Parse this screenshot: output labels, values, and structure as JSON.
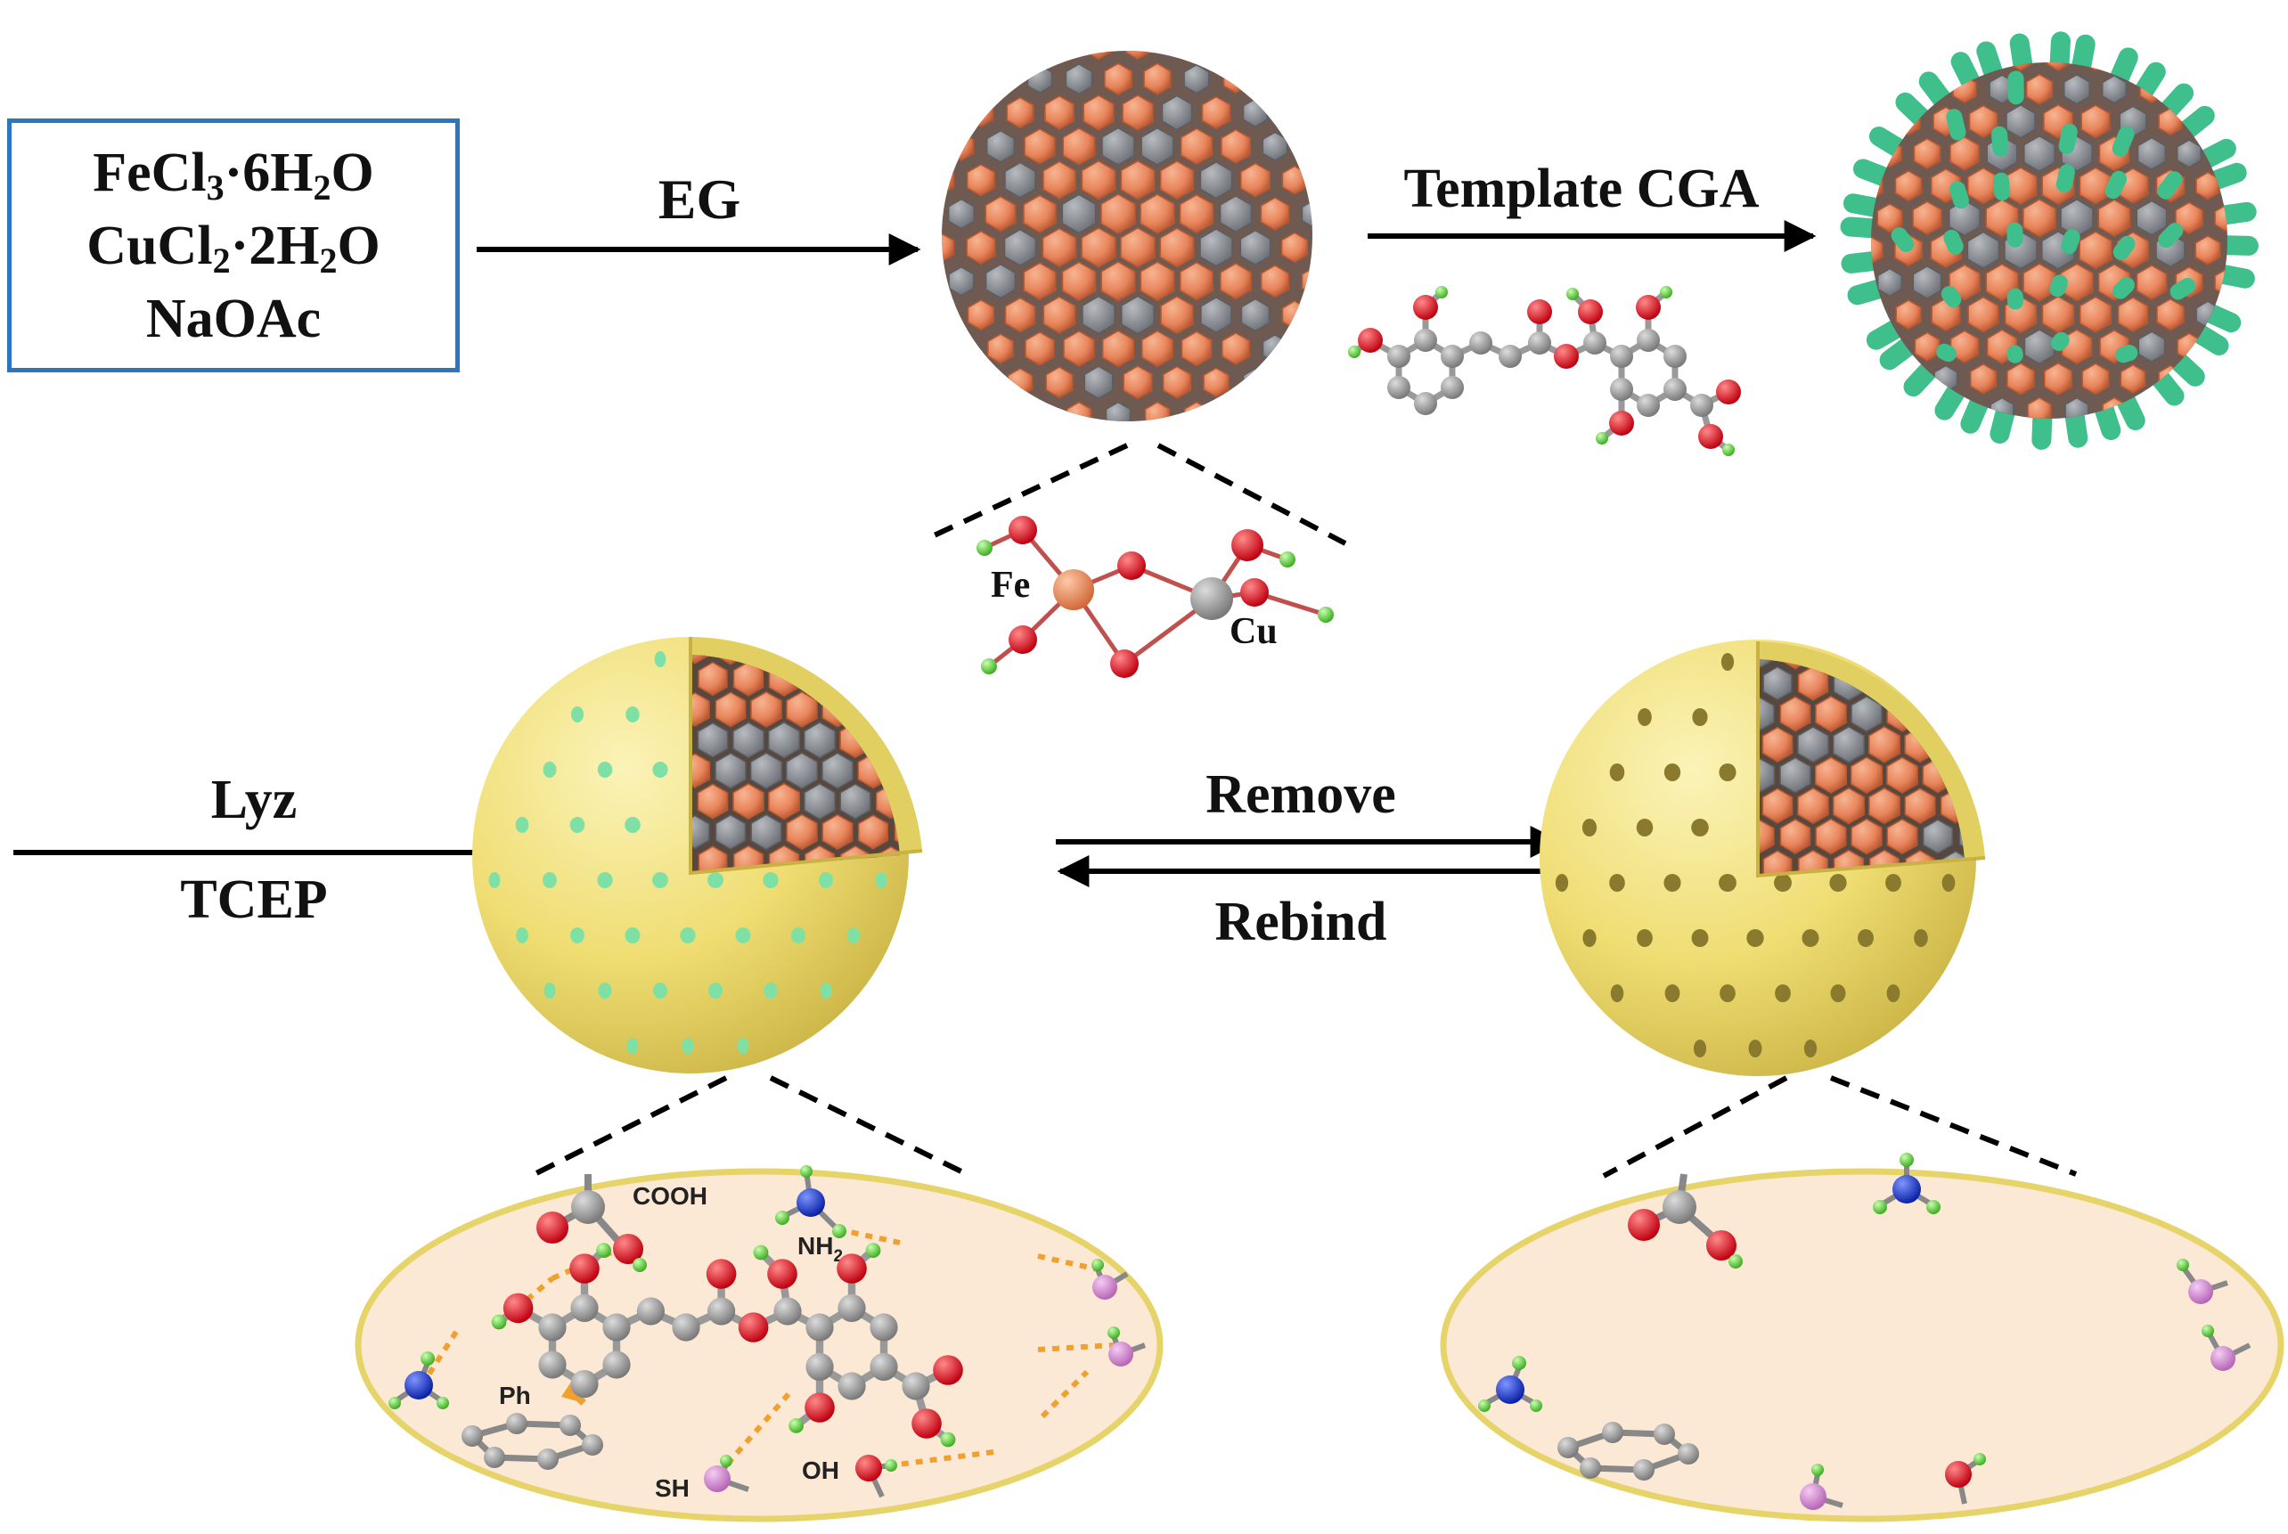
{
  "reagents": {
    "line1": {
      "a": "FeCl",
      "s1": "3",
      "b": "·6H",
      "s2": "2",
      "c": "O"
    },
    "line2": {
      "a": "CuCl",
      "s1": "2",
      "b": "·2H",
      "s2": "2",
      "c": "O"
    },
    "line3": "NaOAc"
  },
  "steps": {
    "eg": "EG",
    "template": "Template CGA",
    "lyz": "Lyz",
    "tcep": "TCEP",
    "remove": "Remove",
    "rebind": "Rebind"
  },
  "atoms": {
    "fe": "Fe",
    "cu": "Cu"
  },
  "groups": {
    "cooh": "COOH",
    "nh2": "NH",
    "nh2_sub": "2",
    "ph": "Ph",
    "sh": "SH",
    "oh": "OH"
  },
  "colors": {
    "box_border": "#2a77c0",
    "fe_octahedron": "#e8855c",
    "cu_octahedron": "#8a8d93",
    "template_rod": "#3fbf8c",
    "shell": "#f1e27a",
    "oxygen": "#e0141c",
    "hydrogen": "#6fe04a",
    "nitrogen": "#1536d6",
    "sulfur": "#d98ad8",
    "carbon": "#9a9a9a",
    "hbond": "#f0a030",
    "ellipse_fill": "#fbe9d6",
    "ellipse_border": "#e6d46a"
  }
}
